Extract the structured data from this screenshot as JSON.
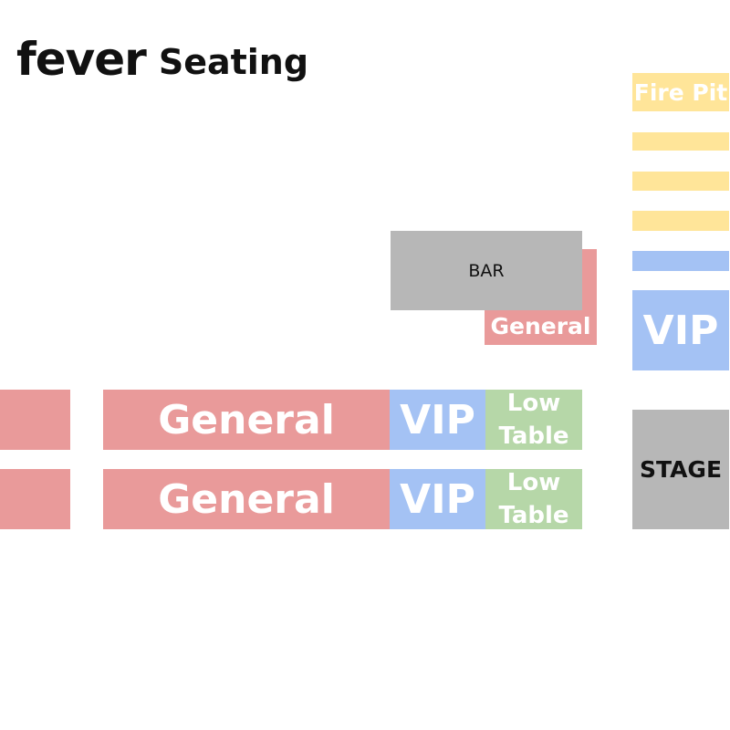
{
  "header": {
    "logo": "fever",
    "title": "Seating"
  },
  "zones": {
    "fire_pit": "Fire Pit",
    "bar": "BAR",
    "general_bar": "General",
    "vip_side": "VIP",
    "stage": "STAGE",
    "row1": {
      "general": "General",
      "vip": "VIP",
      "low_table": [
        "Low",
        "Table"
      ]
    },
    "row2": {
      "general": "General",
      "vip": "VIP",
      "low_table": [
        "Low",
        "Table"
      ]
    }
  },
  "colors": {
    "general": "#e99a9a",
    "vip": "#a4c2f4",
    "low_table": "#b6d7a8",
    "fire_pit": "#ffe599",
    "structure": "#b7b7b7"
  }
}
